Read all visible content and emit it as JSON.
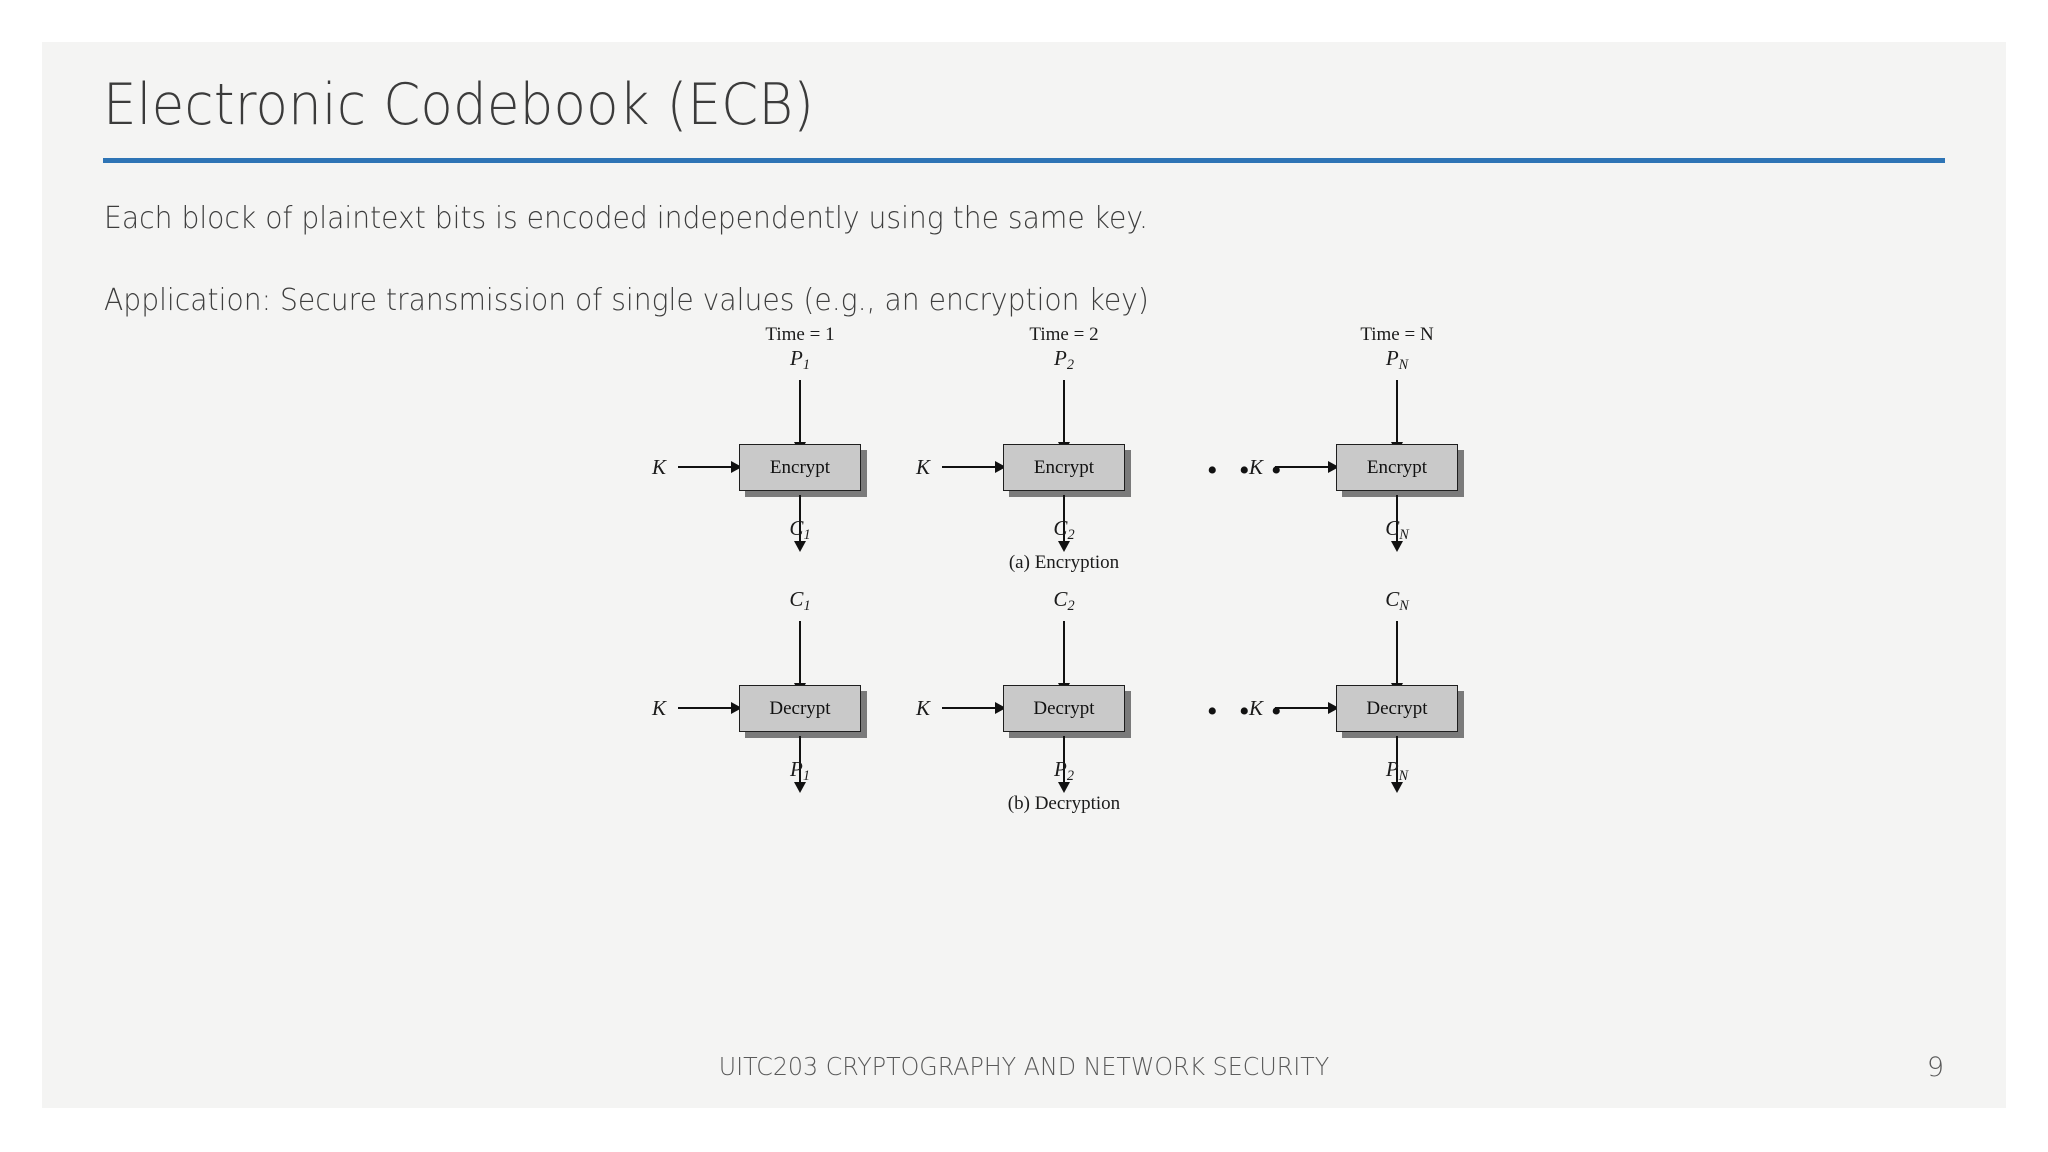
{
  "slide": {
    "title": "Electronic Codebook (ECB)",
    "accent_color": "#2e74b5",
    "background_color": "#f4f4f3",
    "body_lines": [
      "Each block of plaintext bits is encoded independently using the same key.",
      "Application: Secure transmission of single values (e.g., an encryption key)"
    ]
  },
  "figure": {
    "encryption": {
      "caption": "(a) Encryption",
      "ellipsis": "• • •",
      "columns": [
        {
          "time_label": "Time = 1",
          "input_label": "P",
          "input_sub": "1",
          "key_label": "K",
          "box_label": "Encrypt",
          "output_label": "C",
          "output_sub": "1"
        },
        {
          "time_label": "Time = 2",
          "input_label": "P",
          "input_sub": "2",
          "key_label": "K",
          "box_label": "Encrypt",
          "output_label": "C",
          "output_sub": "2"
        },
        {
          "time_label": "Time = N",
          "input_label": "P",
          "input_sub": "N",
          "key_label": "K",
          "box_label": "Encrypt",
          "output_label": "C",
          "output_sub": "N"
        }
      ]
    },
    "decryption": {
      "caption": "(b) Decryption",
      "ellipsis": "• • •",
      "columns": [
        {
          "input_label": "C",
          "input_sub": "1",
          "key_label": "K",
          "box_label": "Decrypt",
          "output_label": "P",
          "output_sub": "1"
        },
        {
          "input_label": "C",
          "input_sub": "2",
          "key_label": "K",
          "box_label": "Decrypt",
          "output_label": "P",
          "output_sub": "2"
        },
        {
          "input_label": "C",
          "input_sub": "N",
          "key_label": "K",
          "box_label": "Decrypt",
          "output_label": "P",
          "output_sub": "N"
        }
      ]
    },
    "box_fill_color": "#c9c9c9",
    "box_shadow_color": "#7a7a7a"
  },
  "footer": {
    "course_text": "UITC203 CRYPTOGRAPHY AND NETWORK SECURITY",
    "page_number": "9"
  }
}
